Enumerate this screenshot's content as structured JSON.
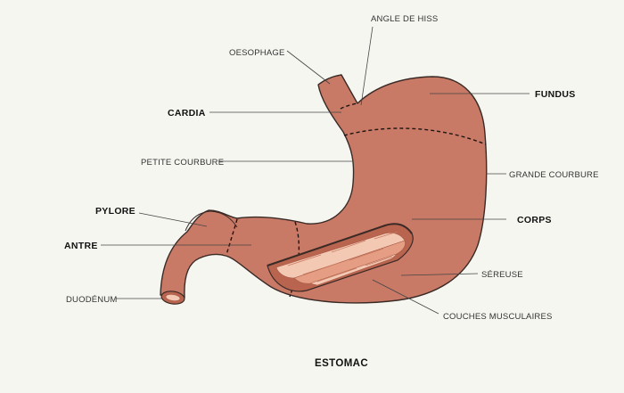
{
  "title": "ESTOMAC",
  "labels": {
    "angle_de_hiss": "ANGLE DE HISS",
    "oesophage": "OESOPHAGE",
    "fundus": "FUNDUS",
    "cardia": "CARDIA",
    "petite_courbure": "PETITE COURBURE",
    "grande_courbure": "GRANDE COURBURE",
    "pylore": "PYLORE",
    "corps": "CORPS",
    "antre": "ANTRE",
    "sereuse": "SÉREUSE",
    "duodenum": "DUODÉNUM",
    "couches_musculaires": "COUCHES MUSCULAIRES"
  },
  "colors": {
    "background": "#f6f6f1",
    "stomach": "#c97a66",
    "outline": "#3a2a26",
    "muscle_light": "#f3c9b4",
    "muscle_mid": "#e59d83",
    "muscle_dark": "#b8644f"
  }
}
